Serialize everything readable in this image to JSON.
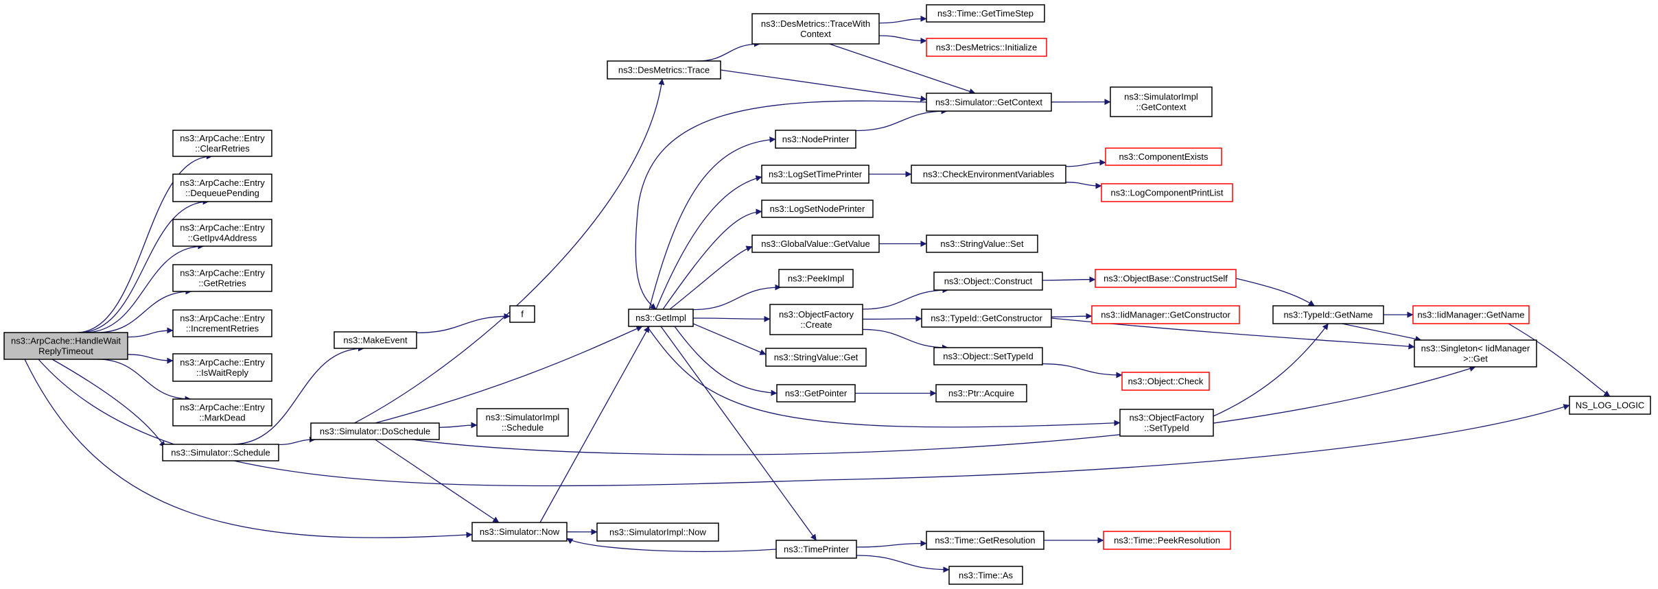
{
  "colors": {
    "edge": "#191970",
    "node_border": "#000000",
    "undocumented_border": "#ff0000",
    "root_fill": "#bfbfbf",
    "node_fill": "#ffffff"
  },
  "nodes": [
    {
      "id": "root",
      "lines": [
        "ns3::ArpCache::HandleWait",
        "ReplyTimeout"
      ],
      "style": "root"
    },
    {
      "id": "clearretries",
      "lines": [
        "ns3::ArpCache::Entry",
        "::ClearRetries"
      ],
      "style": "normal"
    },
    {
      "id": "dequeuepending",
      "lines": [
        "ns3::ArpCache::Entry",
        "::DequeuePending"
      ],
      "style": "normal"
    },
    {
      "id": "getipv4address",
      "lines": [
        "ns3::ArpCache::Entry",
        "::GetIpv4Address"
      ],
      "style": "normal"
    },
    {
      "id": "getretries",
      "lines": [
        "ns3::ArpCache::Entry",
        "::GetRetries"
      ],
      "style": "normal"
    },
    {
      "id": "incrementretries",
      "lines": [
        "ns3::ArpCache::Entry",
        "::IncrementRetries"
      ],
      "style": "normal"
    },
    {
      "id": "iswaitreply",
      "lines": [
        "ns3::ArpCache::Entry",
        "::IsWaitReply"
      ],
      "style": "normal"
    },
    {
      "id": "markdead",
      "lines": [
        "ns3::ArpCache::Entry",
        "::MarkDead"
      ],
      "style": "normal"
    },
    {
      "id": "schedule",
      "lines": [
        "ns3::Simulator::Schedule"
      ],
      "style": "normal"
    },
    {
      "id": "makeevent",
      "lines": [
        "ns3::MakeEvent"
      ],
      "style": "normal"
    },
    {
      "id": "f",
      "lines": [
        "f"
      ],
      "style": "normal"
    },
    {
      "id": "doschedule",
      "lines": [
        "ns3::Simulator::DoSchedule"
      ],
      "style": "normal"
    },
    {
      "id": "simimplschedule",
      "lines": [
        "ns3::SimulatorImpl",
        "::Schedule"
      ],
      "style": "normal"
    },
    {
      "id": "now",
      "lines": [
        "ns3::Simulator::Now"
      ],
      "style": "normal"
    },
    {
      "id": "simimplnow",
      "lines": [
        "ns3::SimulatorImpl::Now"
      ],
      "style": "normal"
    },
    {
      "id": "destrace",
      "lines": [
        "ns3::DesMetrics::Trace"
      ],
      "style": "normal"
    },
    {
      "id": "getimpl",
      "lines": [
        "ns3::GetImpl"
      ],
      "style": "normal"
    },
    {
      "id": "tracewithcontext",
      "lines": [
        "ns3::DesMetrics::TraceWith",
        "Context"
      ],
      "style": "normal"
    },
    {
      "id": "gettimestep",
      "lines": [
        "ns3::Time::GetTimeStep"
      ],
      "style": "normal"
    },
    {
      "id": "desinitialize",
      "lines": [
        "ns3::DesMetrics::Initialize"
      ],
      "style": "red"
    },
    {
      "id": "getcontext",
      "lines": [
        "ns3::Simulator::GetContext"
      ],
      "style": "normal"
    },
    {
      "id": "simimplgetcontext",
      "lines": [
        "ns3::SimulatorImpl",
        "::GetContext"
      ],
      "style": "normal"
    },
    {
      "id": "nodeprinter",
      "lines": [
        "ns3::NodePrinter"
      ],
      "style": "normal"
    },
    {
      "id": "logsettimeprinter",
      "lines": [
        "ns3::LogSetTimePrinter"
      ],
      "style": "normal"
    },
    {
      "id": "checkenv",
      "lines": [
        "ns3::CheckEnvironmentVariables"
      ],
      "style": "normal"
    },
    {
      "id": "componentexists",
      "lines": [
        "ns3::ComponentExists"
      ],
      "style": "red"
    },
    {
      "id": "logcomponentprintlist",
      "lines": [
        "ns3::LogComponentPrintList"
      ],
      "style": "red"
    },
    {
      "id": "logsetnodeprinter",
      "lines": [
        "ns3::LogSetNodePrinter"
      ],
      "style": "normal"
    },
    {
      "id": "globalvalueget",
      "lines": [
        "ns3::GlobalValue::GetValue"
      ],
      "style": "normal"
    },
    {
      "id": "stringvalueset",
      "lines": [
        "ns3::StringValue::Set"
      ],
      "style": "normal"
    },
    {
      "id": "peekimpl",
      "lines": [
        "ns3::PeekImpl"
      ],
      "style": "normal"
    },
    {
      "id": "objectfactorycreate",
      "lines": [
        "ns3::ObjectFactory",
        "::Create"
      ],
      "style": "normal"
    },
    {
      "id": "objectconstruct",
      "lines": [
        "ns3::Object::Construct"
      ],
      "style": "normal"
    },
    {
      "id": "constructself",
      "lines": [
        "ns3::ObjectBase::ConstructSelf"
      ],
      "style": "red"
    },
    {
      "id": "typeidgetconstructor",
      "lines": [
        "ns3::TypeId::GetConstructor"
      ],
      "style": "normal"
    },
    {
      "id": "iidgetconstructor",
      "lines": [
        "ns3::IidManager::GetConstructor"
      ],
      "style": "red"
    },
    {
      "id": "typeidgetname",
      "lines": [
        "ns3::TypeId::GetName"
      ],
      "style": "normal"
    },
    {
      "id": "iidgetname",
      "lines": [
        "ns3::IidManager::GetName"
      ],
      "style": "red"
    },
    {
      "id": "singletonget",
      "lines": [
        "ns3::Singleton< IidManager",
        " >::Get"
      ],
      "style": "normal"
    },
    {
      "id": "nsloglogic",
      "lines": [
        "NS_LOG_LOGIC"
      ],
      "style": "normal"
    },
    {
      "id": "objectsettypeid",
      "lines": [
        "ns3::Object::SetTypeId"
      ],
      "style": "normal"
    },
    {
      "id": "objectcheck",
      "lines": [
        "ns3::Object::Check"
      ],
      "style": "red"
    },
    {
      "id": "stringvalueget",
      "lines": [
        "ns3::StringValue::Get"
      ],
      "style": "normal"
    },
    {
      "id": "getpointer",
      "lines": [
        "ns3::GetPointer"
      ],
      "style": "normal"
    },
    {
      "id": "ptracquire",
      "lines": [
        "ns3::Ptr::Acquire"
      ],
      "style": "normal"
    },
    {
      "id": "objectfactorysettypeid",
      "lines": [
        "ns3::ObjectFactory",
        "::SetTypeId"
      ],
      "style": "normal"
    },
    {
      "id": "timeprinter",
      "lines": [
        "ns3::TimePrinter"
      ],
      "style": "normal"
    },
    {
      "id": "timegetresolution",
      "lines": [
        "ns3::Time::GetResolution"
      ],
      "style": "normal"
    },
    {
      "id": "timepeekresolution",
      "lines": [
        "ns3::Time::PeekResolution"
      ],
      "style": "red"
    },
    {
      "id": "timeas",
      "lines": [
        "ns3::Time::As"
      ],
      "style": "normal"
    }
  ],
  "edges": [
    [
      "root",
      "clearretries"
    ],
    [
      "root",
      "dequeuepending"
    ],
    [
      "root",
      "getipv4address"
    ],
    [
      "root",
      "getretries"
    ],
    [
      "root",
      "incrementretries"
    ],
    [
      "root",
      "iswaitreply"
    ],
    [
      "root",
      "markdead"
    ],
    [
      "root",
      "schedule"
    ],
    [
      "root",
      "now"
    ],
    [
      "root",
      "nsloglogic"
    ],
    [
      "schedule",
      "makeevent"
    ],
    [
      "schedule",
      "doschedule"
    ],
    [
      "makeevent",
      "f"
    ],
    [
      "doschedule",
      "destrace"
    ],
    [
      "doschedule",
      "getimpl"
    ],
    [
      "doschedule",
      "simimplschedule"
    ],
    [
      "doschedule",
      "now"
    ],
    [
      "doschedule",
      "singletonget"
    ],
    [
      "now",
      "getimpl"
    ],
    [
      "now",
      "simimplnow"
    ],
    [
      "destrace",
      "tracewithcontext"
    ],
    [
      "destrace",
      "getcontext"
    ],
    [
      "tracewithcontext",
      "gettimestep"
    ],
    [
      "tracewithcontext",
      "desinitialize"
    ],
    [
      "tracewithcontext",
      "getcontext"
    ],
    [
      "getcontext",
      "getimpl"
    ],
    [
      "getcontext",
      "simimplgetcontext"
    ],
    [
      "getimpl",
      "nodeprinter"
    ],
    [
      "getimpl",
      "logsettimeprinter"
    ],
    [
      "getimpl",
      "logsetnodeprinter"
    ],
    [
      "getimpl",
      "globalvalueget"
    ],
    [
      "getimpl",
      "peekimpl"
    ],
    [
      "getimpl",
      "objectfactorycreate"
    ],
    [
      "getimpl",
      "stringvalueget"
    ],
    [
      "getimpl",
      "getpointer"
    ],
    [
      "getimpl",
      "objectfactorysettypeid"
    ],
    [
      "getimpl",
      "timeprinter"
    ],
    [
      "nodeprinter",
      "getcontext"
    ],
    [
      "logsettimeprinter",
      "checkenv"
    ],
    [
      "checkenv",
      "componentexists"
    ],
    [
      "checkenv",
      "logcomponentprintlist"
    ],
    [
      "globalvalueget",
      "stringvalueset"
    ],
    [
      "objectfactorycreate",
      "objectconstruct"
    ],
    [
      "objectfactorycreate",
      "typeidgetconstructor"
    ],
    [
      "objectfactorycreate",
      "objectsettypeid"
    ],
    [
      "objectconstruct",
      "constructself"
    ],
    [
      "constructself",
      "typeidgetname"
    ],
    [
      "typeidgetconstructor",
      "iidgetconstructor"
    ],
    [
      "typeidgetconstructor",
      "singletonget"
    ],
    [
      "typeidgetname",
      "iidgetname"
    ],
    [
      "typeidgetname",
      "singletonget"
    ],
    [
      "iidgetname",
      "nsloglogic"
    ],
    [
      "objectsettypeid",
      "objectcheck"
    ],
    [
      "getpointer",
      "ptracquire"
    ],
    [
      "objectfactorysettypeid",
      "typeidgetname"
    ],
    [
      "timeprinter",
      "timegetresolution"
    ],
    [
      "timeprinter",
      "timeas"
    ],
    [
      "timeprinter",
      "now"
    ],
    [
      "timegetresolution",
      "timepeekresolution"
    ]
  ]
}
